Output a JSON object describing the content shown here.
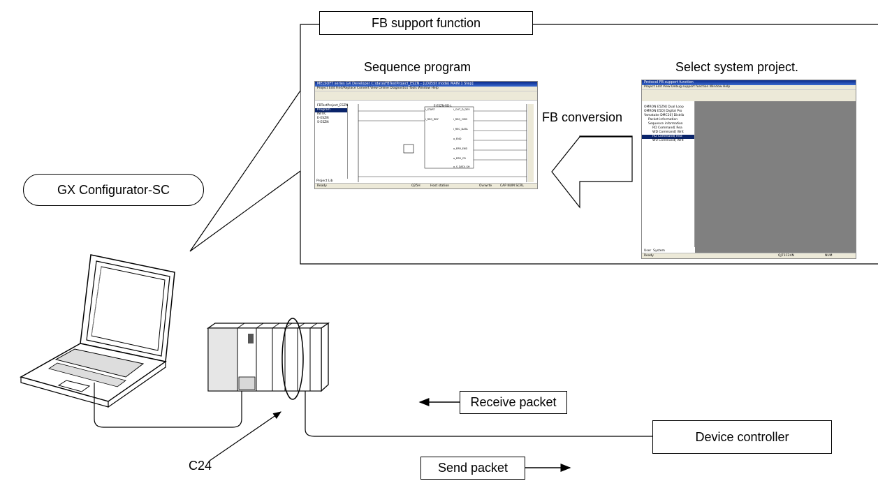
{
  "frame_label": "FB support function",
  "tool_label": "GX Configurator-SC",
  "sequence_program": {
    "caption": "Sequence program",
    "window_title": "MELSOFT series GX Developer C:\\data\\FBTestProject_ESZN - [LD(Edit mode) MAIN 1 Step]",
    "menu": "Project  Edit  Find/Replace  Convert  View  Online  Diagnostics  Tools  Window  Help",
    "tree_items": [
      "FBTestProject_ESZN",
      "Program",
      "INITIC",
      "E-ESZN",
      "S-ESZN"
    ],
    "fb_name": "E-ESZN-RD-L",
    "fb_inputs": [
      "i_START",
      "i_REQ_RDY"
    ],
    "fb_outputs": [
      "i_OUT_D_DEV",
      "i_REQ_CMD",
      "i_REC_DATA",
      "o_END",
      "o_ERR_END",
      "o_ERR_CD",
      "o_S_DATA_SH"
    ],
    "tabs": [
      "Project",
      "Lib"
    ],
    "status": [
      "Ready",
      "Q25H",
      "Host station",
      "Ovrwrte",
      "CAP  NUM  SCRL"
    ]
  },
  "fb_conversion_label": "FB conversion",
  "select_project": {
    "caption": "Select system project.",
    "window_title": "Protocol FB support function",
    "menu": "Project  Edit  View  Debug support function  Window  Help",
    "tree_items": [
      "OMRON E5ZN] Dual Loop",
      "OMRON E5D] Digital Pro",
      "Yamatake DMC10] Distrib",
      "Packet information",
      "Sequence information",
      "RD Command[ Rea",
      "WD Command[ Writ",
      "RU Command[ Rea",
      "WU Command[ Writ"
    ],
    "selected_index": 7,
    "tabs": [
      "User",
      "System"
    ],
    "status": [
      "Ready",
      "QJ71C24N",
      "NUM"
    ]
  },
  "module_label": "C24",
  "receive_packet": "Receive packet",
  "send_packet": "Send packet",
  "device_controller": "Device controller"
}
